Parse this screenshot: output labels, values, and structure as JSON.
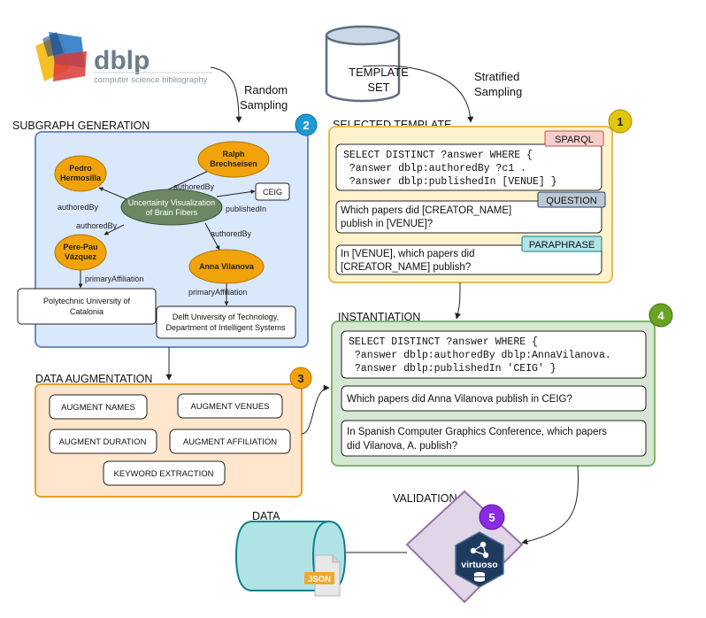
{
  "colors": {
    "blue_bg": "#dae8fc",
    "blue_border": "#6c8ebf",
    "blue_badge": "#1e9bd7",
    "orange_bg": "#ffe6cc",
    "orange_border": "#e6a02e",
    "orange_badge": "#f3a20d",
    "yellow_bg": "#fff2cc",
    "yellow_border": "#d6b656",
    "yellow_badge": "#e3c40c",
    "green_bg": "#d5e8d4",
    "green_border": "#82b366",
    "green_badge": "#6aa321",
    "purple_bg": "#e1d5e7",
    "purple_border": "#9673a6",
    "purple_badge": "#8a2be2",
    "node_orange": "#f0a30a",
    "node_green": "#6d8764",
    "cylinder_teal": "#b0e3e6",
    "sparql_tag": "#f8cecc",
    "question_tag": "#bac8d3",
    "paraphrase_tag": "#b0e3e6"
  },
  "dblp": {
    "name": "dblp",
    "tagline": "computer science bibliography"
  },
  "flow": {
    "random": [
      "Random",
      "Sampling"
    ],
    "stratified": [
      "Stratified",
      "Sampling"
    ]
  },
  "template_set": {
    "line1": "TEMPLATE",
    "line2": "SET"
  },
  "subgraph": {
    "title": "SUBGRAPH GENERATION",
    "badge": "2",
    "nodes": {
      "pedro": [
        "Pedro",
        "Hermosilla"
      ],
      "ralph": [
        "Ralph",
        "Brechseisen"
      ],
      "center": [
        "Uncertainty Visualization",
        "of Brain Fibers"
      ],
      "perepau": [
        "Pere-Pau",
        "Vázquez"
      ],
      "anna": "Anna Vilanova",
      "ceig": "CEIG",
      "upc": [
        "Polytechnic University of",
        "Catalonia"
      ],
      "delft": [
        "Delft University of Technology,",
        "Department of Intelligent Systems"
      ]
    },
    "edges": {
      "authored_by_1": "authoredBy",
      "authored_by_2": "authoredBy",
      "authored_by_3": "authoredBy",
      "authored_by_4": "authoredBy",
      "published_in": "publishedIn",
      "primary_aff_1": "primaryAffiliation",
      "primary_aff_2": "primaryAffiliation"
    }
  },
  "augmentation": {
    "title": "DATA AUGMENTATION",
    "badge": "3",
    "items": {
      "names": "AUGMENT NAMES",
      "venues": "AUGMENT VENUES",
      "duration": "AUGMENT DURATION",
      "affiliation": "AUGMENT AFFILIATION",
      "keyword": "KEYWORD EXTRACTION"
    }
  },
  "selected_template": {
    "title": "SELECTED TEMPLATE",
    "badge": "1",
    "sparql_tag": "SPARQL",
    "sparql": [
      "SELECT DISTINCT ?answer WHERE {",
      " ?answer dblp:authoredBy ?c1 .",
      " ?answer dblp:publishedIn [VENUE] }"
    ],
    "question_tag": "QUESTION",
    "question": [
      "Which papers did [CREATOR_NAME]",
      "publish in [VENUE]?"
    ],
    "paraphrase_tag": "PARAPHRASE",
    "paraphrase": [
      "In [VENUE], which papers did",
      "[CREATOR_NAME] publish?"
    ]
  },
  "instantiation": {
    "title": "INSTANTIATION",
    "badge": "4",
    "sparql": [
      "SELECT DISTINCT ?answer WHERE {",
      " ?answer dblp:authoredBy dblp:AnnaVilanova.",
      " ?answer dblp:publishedIn 'CEIG' }"
    ],
    "question": "Which papers did Anna Vilanova publish in CEIG?",
    "paraphrase": [
      "In Spanish Computer Graphics Conference, which papers",
      "did Vilanova, A. publish?"
    ]
  },
  "validation": {
    "title": "VALIDATION",
    "badge": "5",
    "virtuoso": "virtuoso"
  },
  "data": {
    "title": "DATA",
    "json": "JSON"
  }
}
